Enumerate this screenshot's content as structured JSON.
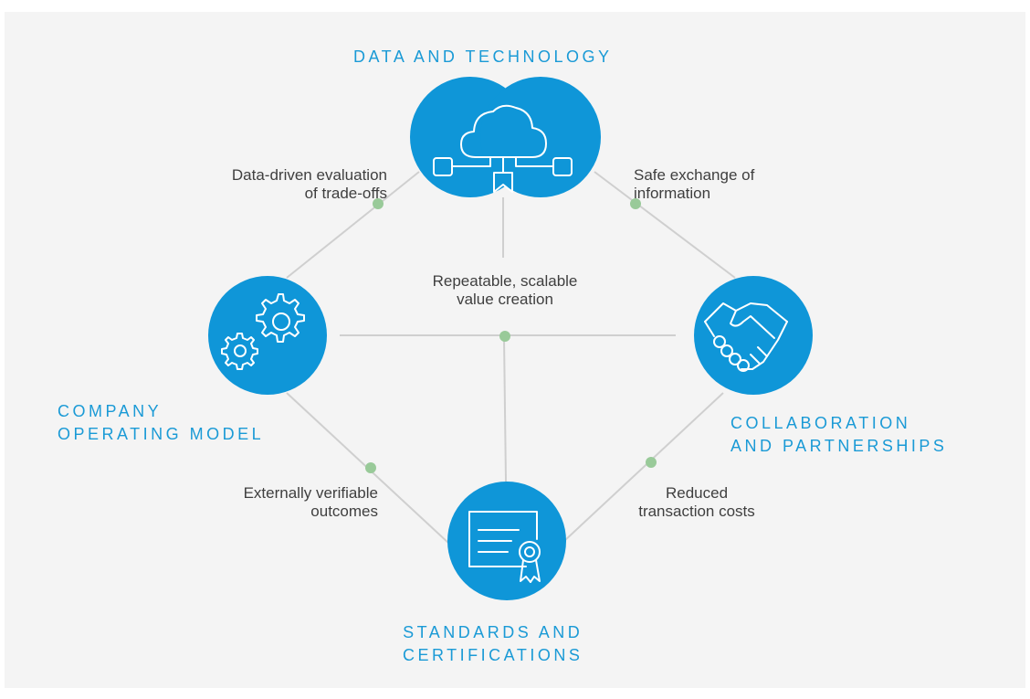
{
  "nodes": {
    "data_technology": {
      "label": "DATA AND TECHNOLOGY",
      "icon": "cloud-network-icon"
    },
    "operating_model": {
      "label_lines": [
        "COMPANY",
        "OPERATING MODEL"
      ],
      "icon": "gears-icon"
    },
    "collaboration": {
      "label_lines": [
        "COLLABORATION",
        "AND PARTNERSHIPS"
      ],
      "icon": "handshake-icon"
    },
    "standards": {
      "label_lines": [
        "STANDARDS AND",
        "CERTIFICATIONS"
      ],
      "icon": "certificate-icon"
    }
  },
  "connections": {
    "data_to_operating": {
      "lines": [
        "Data-driven evaluation",
        "of trade-offs"
      ]
    },
    "data_to_collaboration": {
      "lines": [
        "Safe exchange of",
        "information"
      ]
    },
    "center": {
      "lines": [
        "Repeatable, scalable",
        "value creation"
      ]
    },
    "operating_to_standards": {
      "lines": [
        "Externally verifiable",
        "outcomes"
      ]
    },
    "collaboration_to_standards": {
      "lines": [
        "Reduced",
        "transaction costs"
      ]
    }
  },
  "colors": {
    "accent_blue": "#1a9ad6",
    "node_blue": "#0f96d8",
    "connector_gray": "#cfcfcf",
    "dot_green": "#99ca99",
    "background": "#f4f4f4"
  }
}
